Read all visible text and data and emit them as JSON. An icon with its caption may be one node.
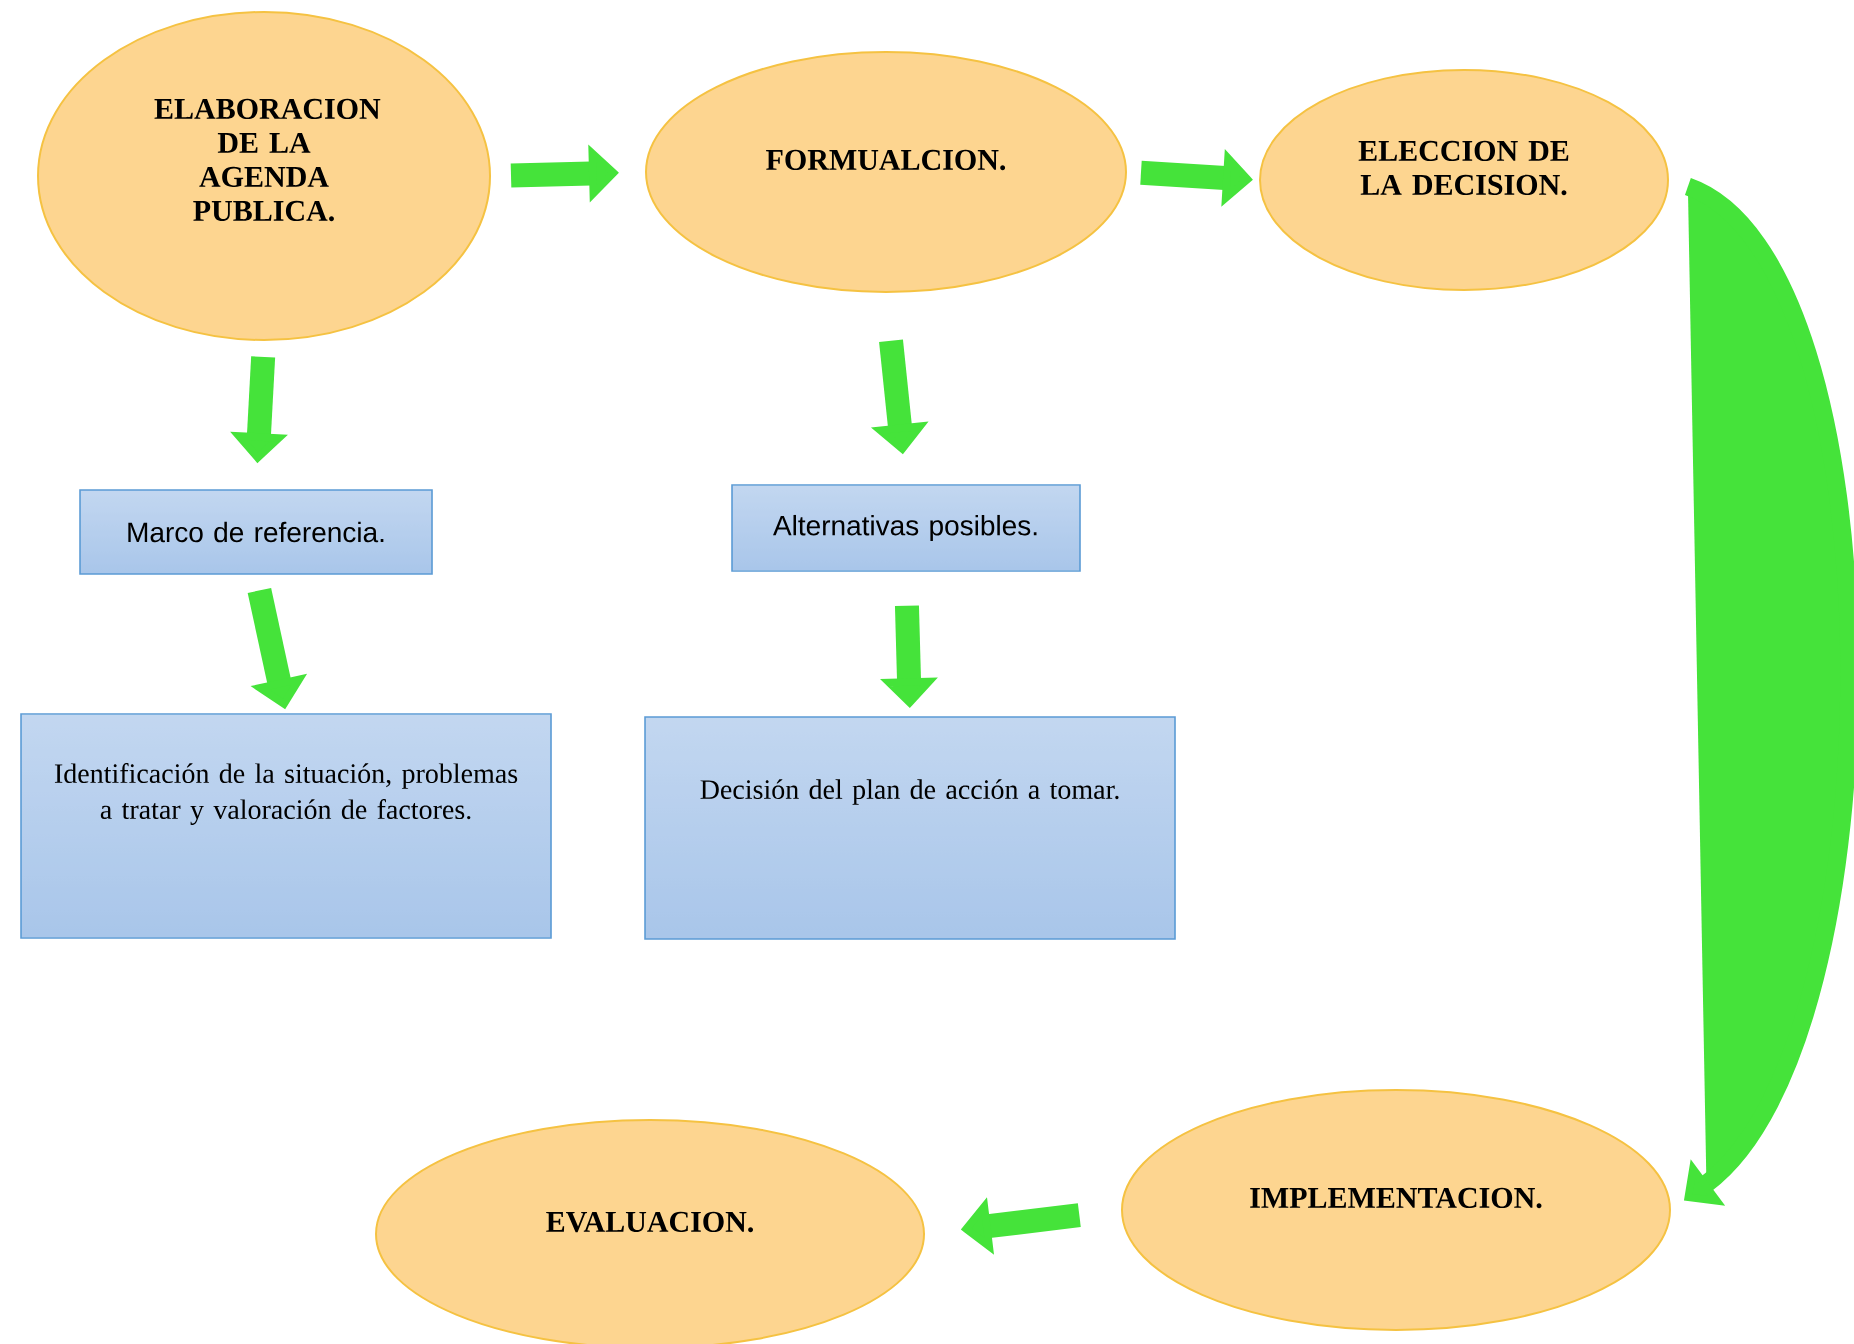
{
  "diagram": {
    "nodes": [
      {
        "text": [
          "ELABORACION DE LA AGENDA PUBLICA."
        ]
      },
      {
        "text": [
          "FORMUALCION."
        ]
      },
      {
        "text": [
          "ELECCION DE LA DECISION."
        ]
      },
      {
        "text": [
          "Marco de referencia."
        ]
      },
      {
        "text": [
          "Identificación de la situación, problemas a tratar y valoración de factores."
        ]
      },
      {
        "text": [
          "Alternativas posibles."
        ]
      },
      {
        "text": [
          "Decisión del plan de acción a tomar."
        ]
      },
      {
        "text": [
          "EVALUACION."
        ]
      },
      {
        "text": [
          "IMPLEMENTACION."
        ]
      }
    ],
    "edges": [
      {
        "from": 0,
        "to": 1,
        "arrow": "to"
      },
      {
        "from": 1,
        "to": 2,
        "arrow": "to"
      },
      {
        "from": 0,
        "to": 3,
        "arrow": "to"
      },
      {
        "from": 3,
        "to": 4,
        "arrow": "to"
      },
      {
        "from": 1,
        "to": 5,
        "arrow": "to"
      },
      {
        "from": 5,
        "to": 6,
        "arrow": "to"
      },
      {
        "from": 2,
        "to": 8,
        "arrow": "to"
      },
      {
        "from": 8,
        "to": 7,
        "arrow": "to"
      }
    ]
  }
}
